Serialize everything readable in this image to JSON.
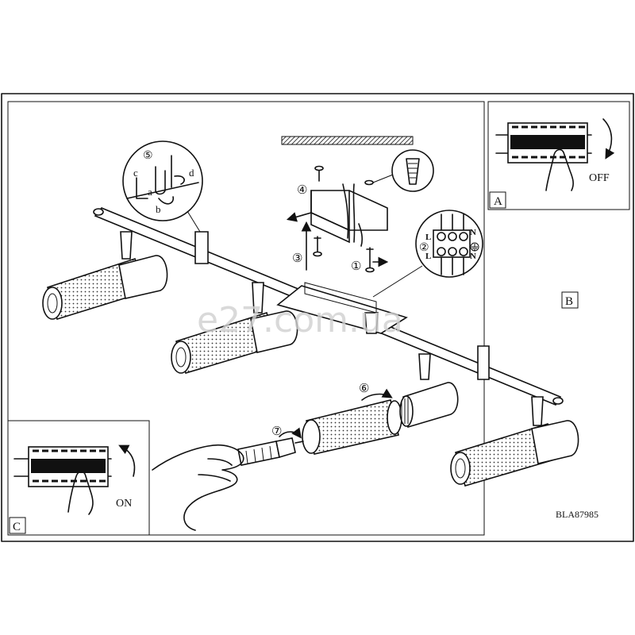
{
  "panels": {
    "A": {
      "letter": "A",
      "action": "OFF"
    },
    "B": {
      "letter": "B"
    },
    "C": {
      "letter": "C",
      "action": "ON"
    }
  },
  "steps": [
    "①",
    "②",
    "③",
    "④",
    "⑤",
    "⑥",
    "⑦"
  ],
  "detail_letters": [
    "a",
    "b",
    "c",
    "d"
  ],
  "terminal_labels": {
    "L": "L",
    "N": "N"
  },
  "watermark": "e27.com.ua",
  "doc_code": "BLA87985"
}
